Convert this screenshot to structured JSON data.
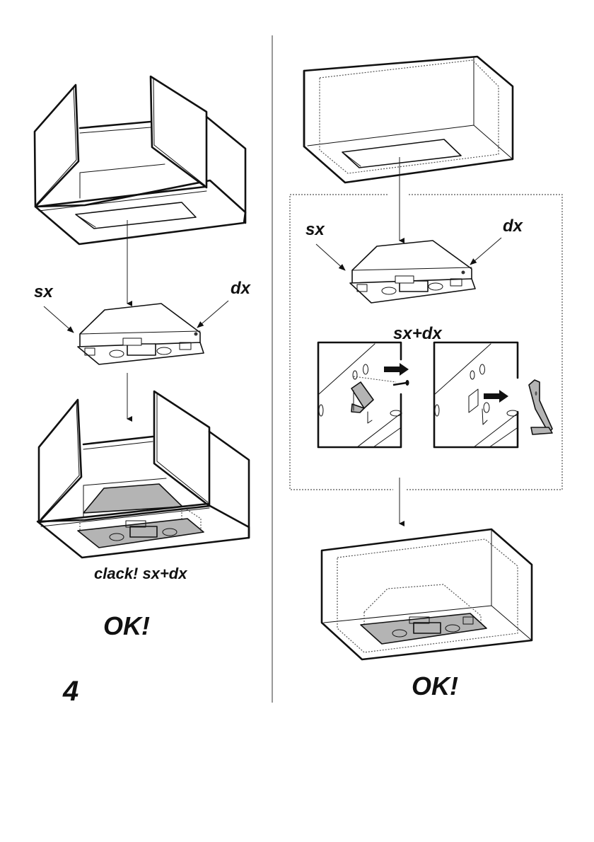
{
  "page": {
    "step_number": "4",
    "left_panel": {
      "label_sx": "sx",
      "label_dx": "dx",
      "caption": "clack! sx+dx",
      "result": "OK!"
    },
    "right_panel": {
      "label_sx": "sx",
      "label_dx": "dx",
      "detail_caption": "sx+dx",
      "result": "OK!"
    }
  },
  "colors": {
    "line": "#111111",
    "shade": "#b4b4b4",
    "divider": "#999999",
    "dashed": "#555555"
  }
}
